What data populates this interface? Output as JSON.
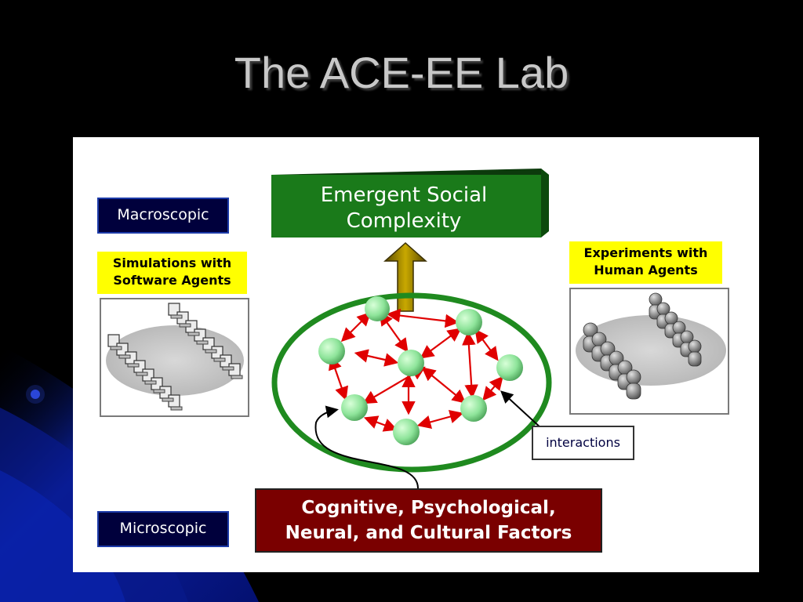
{
  "title": "The ACE-EE Lab",
  "labels": {
    "macroscopic": "Macroscopic",
    "microscopic": "Microscopic",
    "simulations_line1": "Simulations with",
    "simulations_line2": "Software Agents",
    "experiments_line1": "Experiments with",
    "experiments_line2": "Human Agents",
    "emergent_line1": "Emergent Social",
    "emergent_line2": "Complexity",
    "factors_line1": "Cognitive, Psychological,",
    "factors_line2": "Neural, and Cultural Factors",
    "interactions": "interactions"
  },
  "colors": {
    "background": "#000000",
    "accent_blue": "#0a1e8c",
    "panel": "#ffffff",
    "emergent_green": "#1a7a1a",
    "ellipse_green": "#1f8a1f",
    "factors_red": "#7a0000",
    "arrow_red": "#e00000",
    "node_green": "#8ee49a",
    "yellow": "#ffff00",
    "scale_box_navy": "#00003c"
  },
  "icons": {
    "emergence_arrow": "up-arrow-icon",
    "nodes": "sphere-node-icon",
    "computers": "computer-workstation-icon",
    "people": "human-figure-icon"
  }
}
